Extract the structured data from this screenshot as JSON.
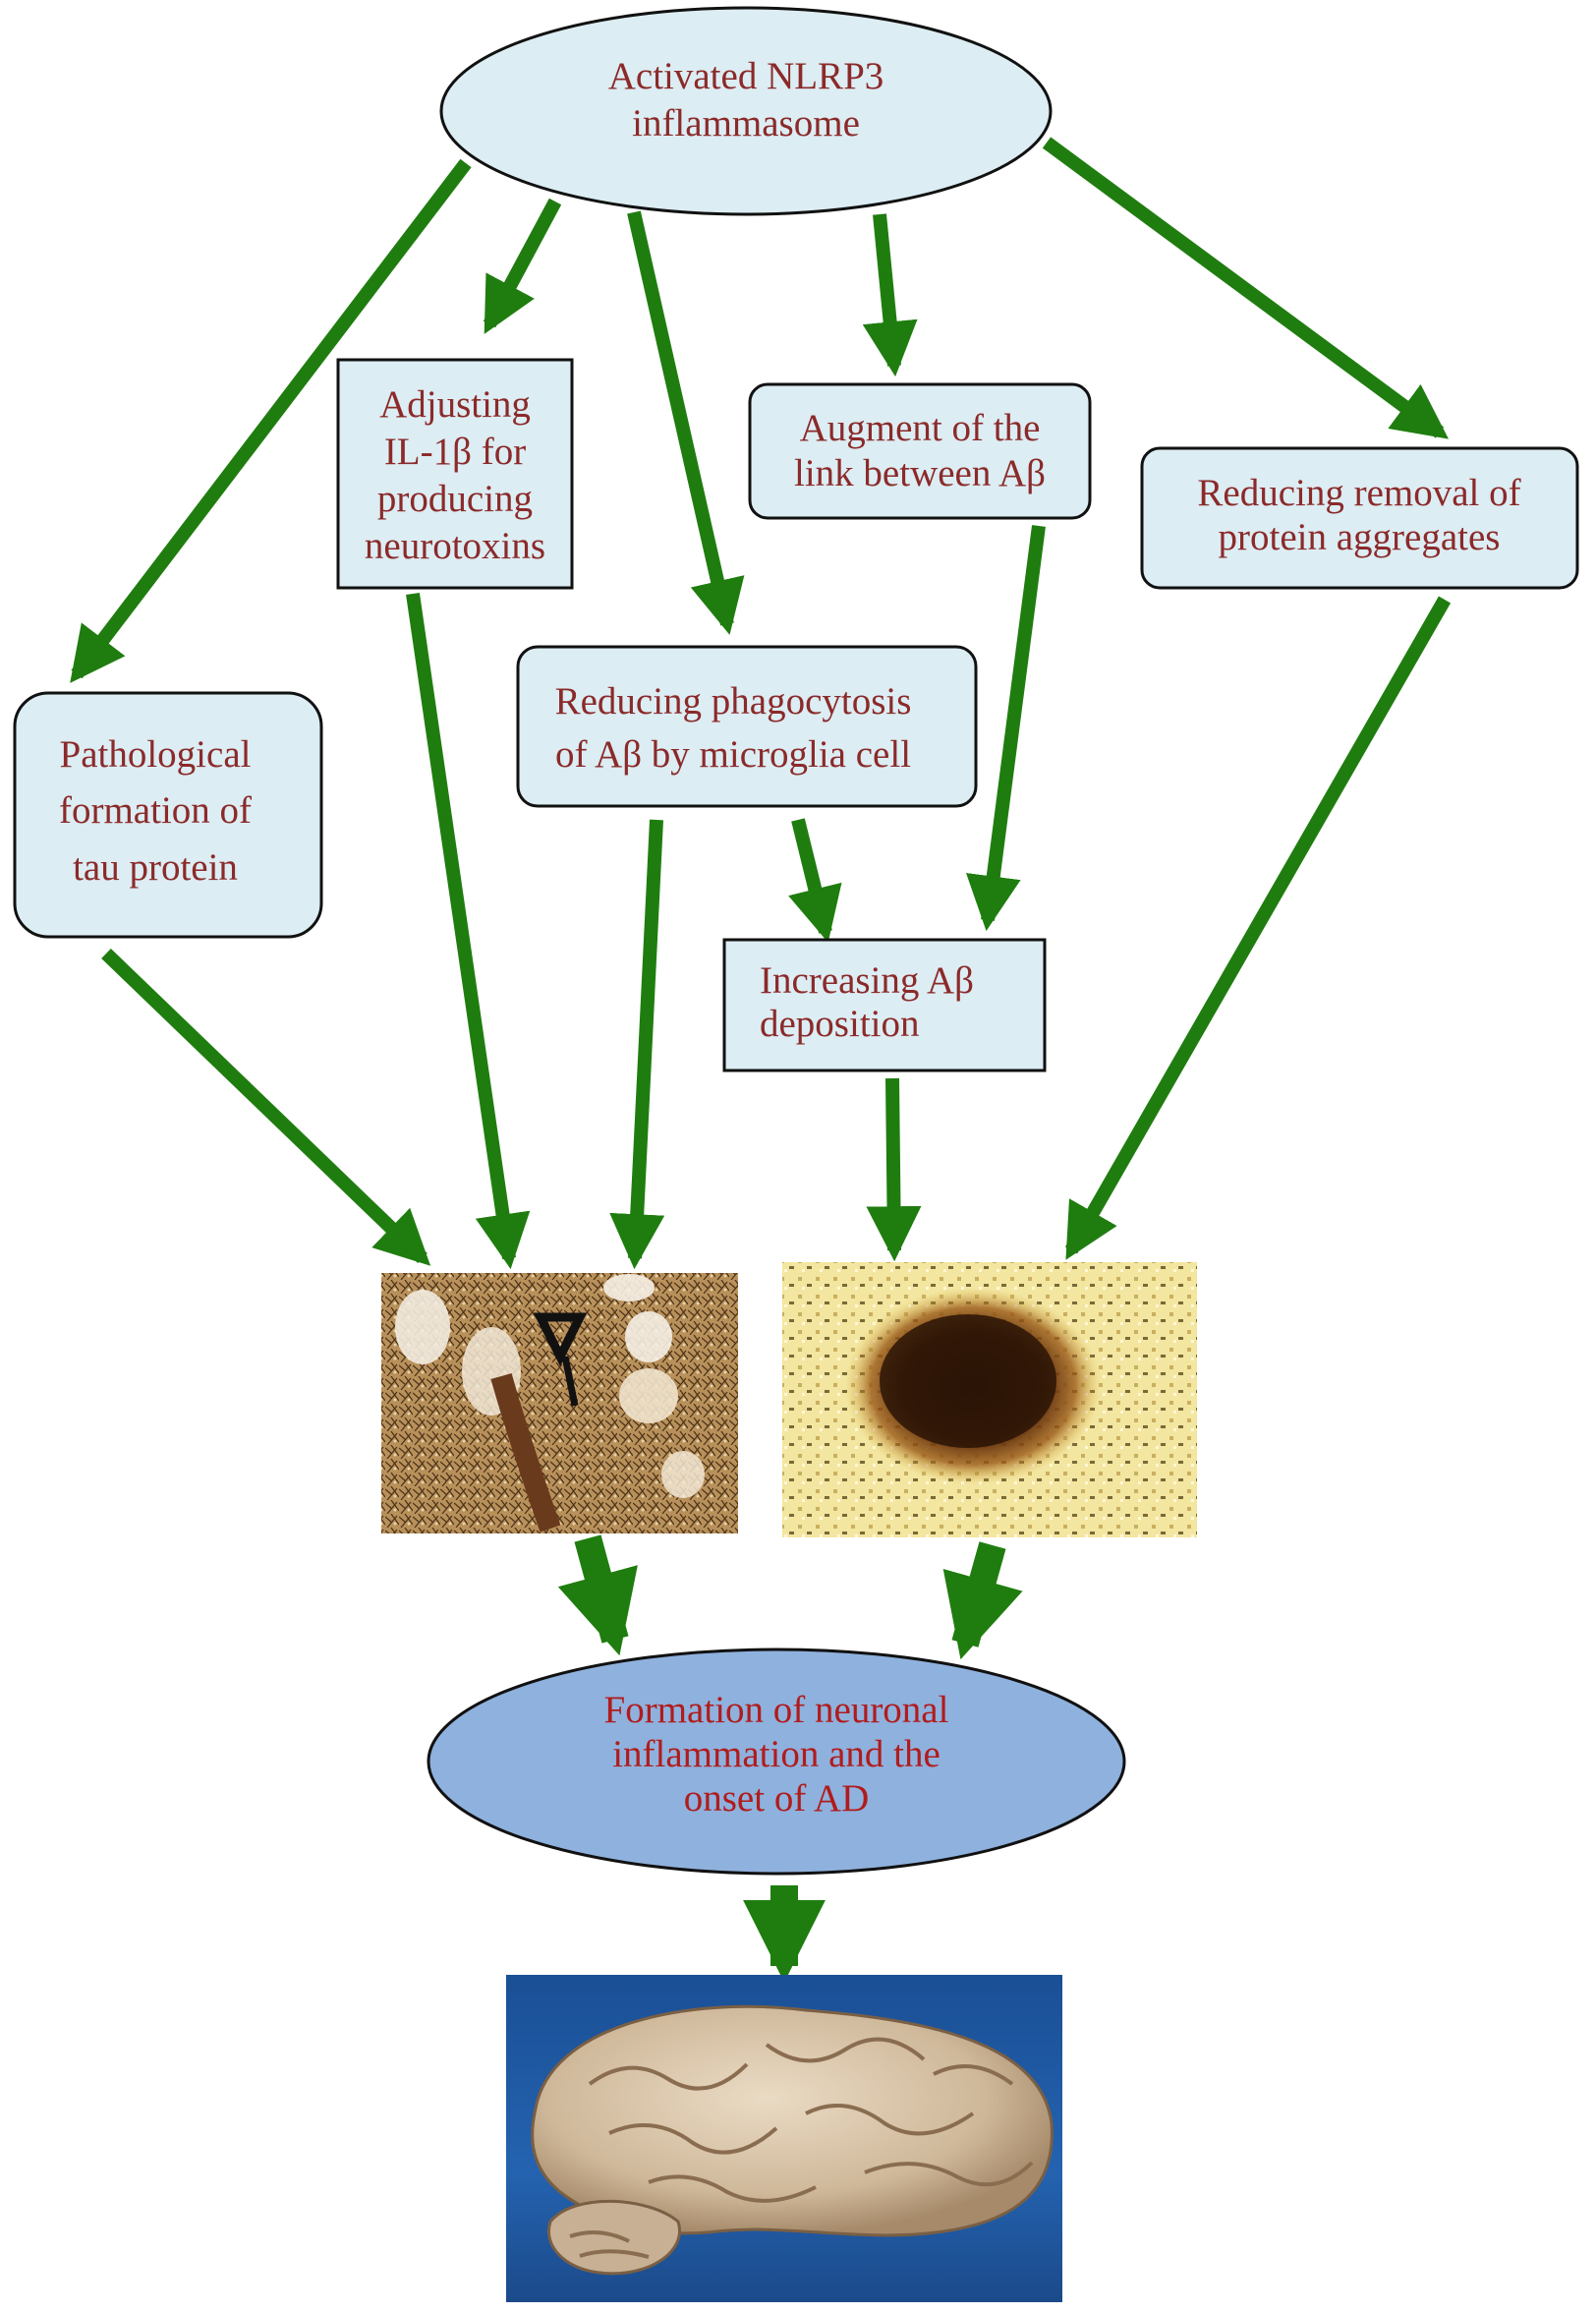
{
  "nodes": {
    "top": {
      "lines": [
        "Activated NLRP3",
        "inflammasome"
      ]
    },
    "il1b": {
      "lines": [
        "Adjusting",
        "IL-1β for",
        "producing",
        "neurotoxins"
      ]
    },
    "augment": {
      "lines": [
        "Augment of the",
        "link between Aβ"
      ]
    },
    "removal": {
      "lines": [
        "Reducing removal of",
        "protein aggregates"
      ]
    },
    "tau": {
      "lines": [
        "Pathological",
        "formation of",
        "tau protein"
      ]
    },
    "phago": {
      "lines": [
        "Reducing phagocytosis",
        "of Aβ by microglia cell"
      ]
    },
    "deposit": {
      "lines": [
        "Increasing Aβ",
        "deposition"
      ]
    },
    "bottom": {
      "lines": [
        "Formation of neuronal",
        "inflammation and the",
        "onset of AD"
      ]
    }
  },
  "colors": {
    "arrow": "#1f7d0f",
    "box_fill": "#dcedf3",
    "top_ellipse_fill": "#dcedf3",
    "bottom_ellipse_fill": "#8fb1de",
    "text": "#8b2a2a",
    "text_bottom": "#b01c1c"
  },
  "images": {
    "tangle": "neurofibrillary-tangle-micrograph",
    "plaque": "amyloid-plaque-micrograph",
    "brain": "alzheimer-brain-photo"
  }
}
